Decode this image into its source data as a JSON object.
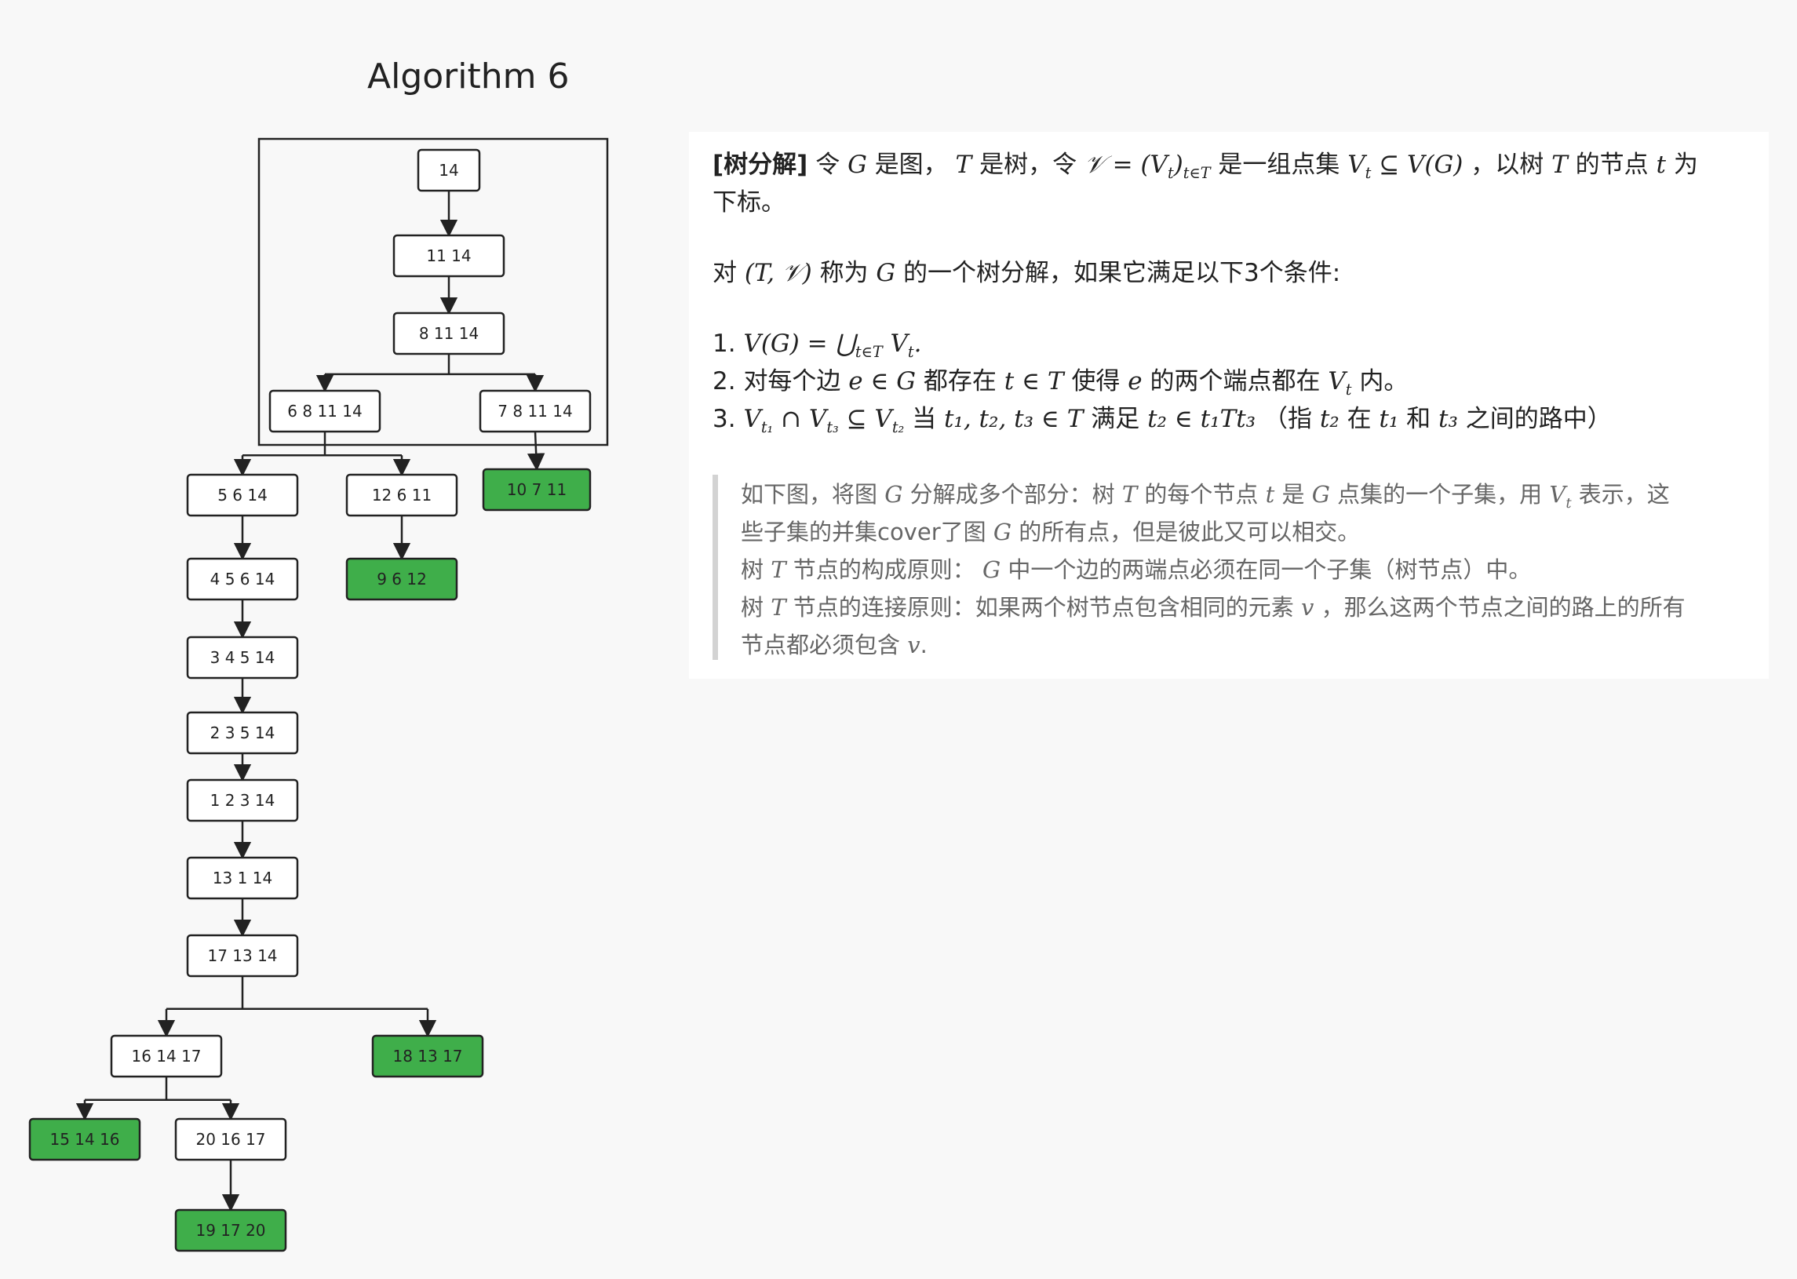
{
  "title": "Algorithm 6",
  "colors": {
    "leaf_fill": "#3fae4a",
    "node_fill": "#ffffff",
    "stroke": "#222222",
    "background": "#f8f8f8"
  },
  "tree": {
    "group_nodes": [
      "n14",
      "n1114",
      "n81114",
      "n681114",
      "n781114"
    ],
    "nodes": [
      {
        "id": "n14",
        "label": "14",
        "leaf": false
      },
      {
        "id": "n1114",
        "label": "11 14",
        "leaf": false
      },
      {
        "id": "n81114",
        "label": "8 11 14",
        "leaf": false
      },
      {
        "id": "n681114",
        "label": "6 8 11 14",
        "leaf": false
      },
      {
        "id": "n781114",
        "label": "7 8 11 14",
        "leaf": false
      },
      {
        "id": "n5614",
        "label": "5 6 14",
        "leaf": false
      },
      {
        "id": "n12611",
        "label": "12 6 11",
        "leaf": false
      },
      {
        "id": "n10711",
        "label": "10 7 11",
        "leaf": true
      },
      {
        "id": "n45614",
        "label": "4 5 6 14",
        "leaf": false
      },
      {
        "id": "n9612",
        "label": "9 6 12",
        "leaf": true
      },
      {
        "id": "n34514",
        "label": "3 4 5 14",
        "leaf": false
      },
      {
        "id": "n23514",
        "label": "2 3 5 14",
        "leaf": false
      },
      {
        "id": "n12314",
        "label": "1 2 3 14",
        "leaf": false
      },
      {
        "id": "n13114",
        "label": "13 1 14",
        "leaf": false
      },
      {
        "id": "n171314",
        "label": "17 13 14",
        "leaf": false
      },
      {
        "id": "n161417",
        "label": "16 14 17",
        "leaf": false
      },
      {
        "id": "n181317",
        "label": "18 13 17",
        "leaf": true
      },
      {
        "id": "n151416",
        "label": "15 14 16",
        "leaf": true
      },
      {
        "id": "n201617",
        "label": "20 16 17",
        "leaf": false
      },
      {
        "id": "n191720",
        "label": "19 17 20",
        "leaf": true
      }
    ],
    "edges": [
      [
        "n14",
        "n1114"
      ],
      [
        "n1114",
        "n81114"
      ],
      [
        "n81114",
        "n681114"
      ],
      [
        "n81114",
        "n781114"
      ],
      [
        "n681114",
        "n5614"
      ],
      [
        "n681114",
        "n12611"
      ],
      [
        "n781114",
        "n10711"
      ],
      [
        "n5614",
        "n45614"
      ],
      [
        "n12611",
        "n9612"
      ],
      [
        "n45614",
        "n34514"
      ],
      [
        "n34514",
        "n23514"
      ],
      [
        "n23514",
        "n12314"
      ],
      [
        "n12314",
        "n13114"
      ],
      [
        "n13114",
        "n171314"
      ],
      [
        "n171314",
        "n161417"
      ],
      [
        "n171314",
        "n181317"
      ],
      [
        "n161417",
        "n151416"
      ],
      [
        "n161417",
        "n201617"
      ],
      [
        "n201617",
        "n191720"
      ]
    ]
  },
  "text": {
    "def_bold": "[树分解]",
    "def_1": "令",
    "def_2": "是图，",
    "def_3": "是树，令",
    "def_4": "是一组点集",
    "def_5": "，以树",
    "def_6": "的节点",
    "def_7": "为",
    "def_8": "下标。",
    "pair_1": "对",
    "pair_2": "称为",
    "pair_3": "的一个树分解，如果它满足以下3个条件:",
    "c1_num": "1.",
    "c2_num": "2.",
    "c2_1": "对每个边",
    "c2_2": "都存在",
    "c2_3": "使得",
    "c2_4": "的两个端点都在",
    "c2_5": "内。",
    "c3_num": "3.",
    "c3_1": "当",
    "c3_2": "满足",
    "c3_3": "（指",
    "c3_4": "在",
    "c3_5": "和",
    "c3_6": "之间的路中）",
    "q1_1": "如下图，将图",
    "q1_2": "分解成多个部分：树",
    "q1_3": "的每个节点",
    "q1_4": "是",
    "q1_5": "点集的一个子集，用",
    "q1_6": "表示，这",
    "q2_1": "些子集的并集cover了图",
    "q2_2": "的所有点，但是彼此又可以相交。",
    "q3_1": "树",
    "q3_2": "节点的构成原则：",
    "q3_3": "中一个边的两端点必须在同一个子集（树节点）中。",
    "q4_1": "树",
    "q4_2": "节点的连接原则：如果两个树节点包含相同的元素",
    "q4_3": "，那么这两个节点之间的路上的所有",
    "q5_1": "节点都必须包含",
    "q5_2": "."
  },
  "math": {
    "G": "G",
    "T": "T",
    "t": "t",
    "e": "e",
    "v": "v",
    "calV": "𝒱 = (V",
    "calV_sub": "t∈T",
    "calV_end": ")",
    "Vt_sub": "V",
    "t_sub": "t",
    "subseteq_VG": "⊆ V(G)",
    "TV": "(T, 𝒱)",
    "c1": "V(G) = ⋃",
    "c1_sub": "t∈T",
    "c1_end": " V",
    "c1_tail": ".",
    "in_G": "e ∈ G",
    "t_in_T": "t ∈ T",
    "e_only": "e",
    "V1": "V",
    "s1": "t₁",
    "cap": " ∩ V",
    "s3": "t₃",
    "sube": " ⊆ V",
    "s2": "t₂",
    "t123": "t₁, t₂, t₃ ∈ T",
    "t2_in": "t₂ ∈ t₁Tt₃",
    "t2": "t₂",
    "t1": "t₁",
    "t3": "t₃"
  }
}
